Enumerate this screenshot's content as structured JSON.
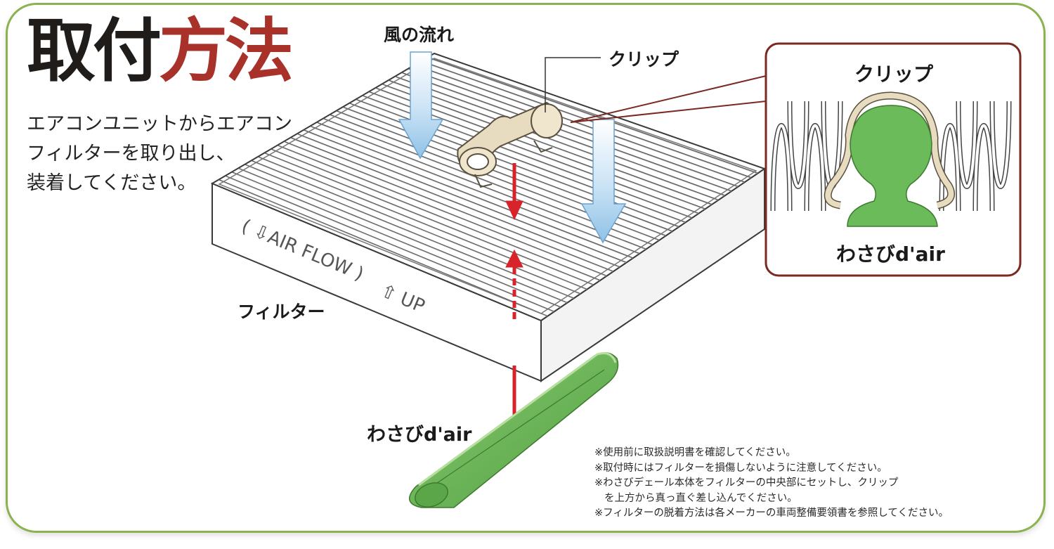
{
  "title": {
    "part1": "取付",
    "part2": "方法"
  },
  "intro": [
    "エアコンユニットからエアコン",
    "フィルターを取り出し、",
    "装着してください。"
  ],
  "labels": {
    "airflow": "風の流れ",
    "clip": "クリップ",
    "filter": "フィルター",
    "product": "わさびd'air",
    "inset_clip": "クリップ",
    "inset_product": "わさびd'air"
  },
  "filter_print": {
    "airflow": "AIR FLOW",
    "up": "UP"
  },
  "notes": [
    "※使用前に取扱説明書を確認してください。",
    "※取付時にはフィルターを損傷しないように注意してください。",
    "※わさびデェール本体をフィルターの中央部にセットし、クリップ",
    "を上方から真っ直ぐ差し込んでください。",
    "※フィルターの脱着方法は各メーカーの車両整備要領書を参照してください。"
  ],
  "colors": {
    "frame": "#8ab24f",
    "accent_red": "#a8312a",
    "product_green": "#6cbb5a",
    "arrow_blue": "#9fcbea",
    "clip_beige": "#e7dcc0",
    "arrow_red": "#d9232a"
  }
}
